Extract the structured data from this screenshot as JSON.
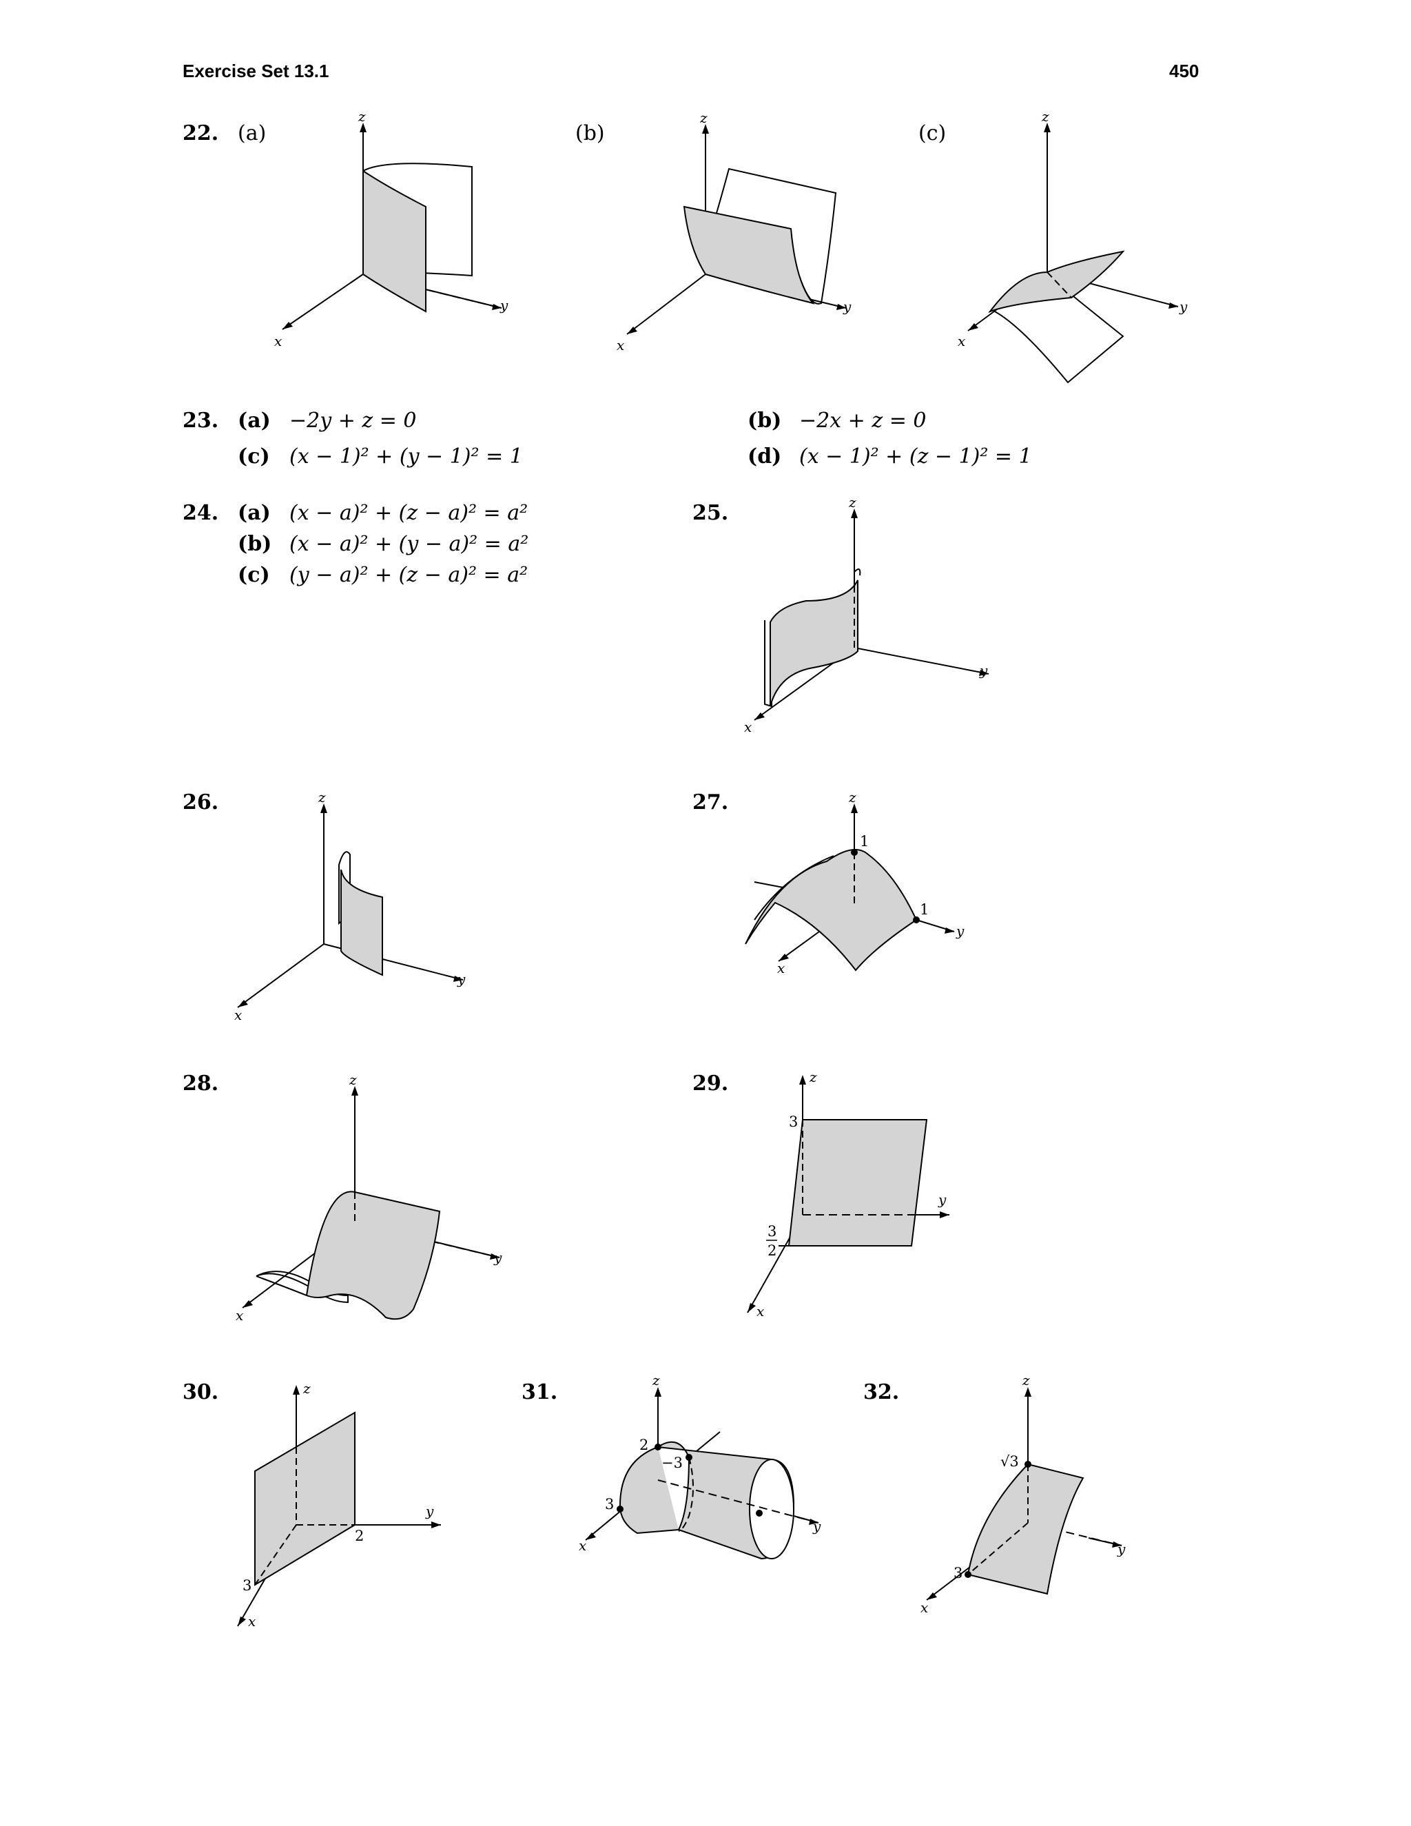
{
  "header": {
    "section": "Exercise Set 13.1",
    "page": "450"
  },
  "axes": {
    "x": "x",
    "y": "y",
    "z": "z"
  },
  "p22": {
    "num": "22.",
    "a": "(a)",
    "b": "(b)",
    "c": "(c)"
  },
  "p23": {
    "num": "23.",
    "a_label": "(a)",
    "a_eq": "−2y + z = 0",
    "b_label": "(b)",
    "b_eq": "−2x + z = 0",
    "c_label": "(c)",
    "c_eq": "(x − 1)² + (y − 1)² = 1",
    "d_label": "(d)",
    "d_eq": "(x − 1)² + (z − 1)² = 1"
  },
  "p24": {
    "num": "24.",
    "a_label": "(a)",
    "a_eq": "(x − a)² + (z − a)² = a²",
    "b_label": "(b)",
    "b_eq": "(x − a)² + (y − a)² = a²",
    "c_label": "(c)",
    "c_eq": "(y − a)² + (z − a)² = a²"
  },
  "p25": {
    "num": "25."
  },
  "p26": {
    "num": "26."
  },
  "p27": {
    "num": "27.",
    "z_tick": "1",
    "y_tick": "1"
  },
  "p28": {
    "num": "28."
  },
  "p29": {
    "num": "29.",
    "z_tick": "3",
    "x_tick_num": "3",
    "x_tick_den": "2"
  },
  "p30": {
    "num": "30.",
    "y_tick": "2",
    "x_tick": "3"
  },
  "p31": {
    "num": "31.",
    "z_tick": "2",
    "y_tick": "−3",
    "x_tick": "3"
  },
  "p32": {
    "num": "32.",
    "z_tick": "√3",
    "x_tick": "3"
  }
}
